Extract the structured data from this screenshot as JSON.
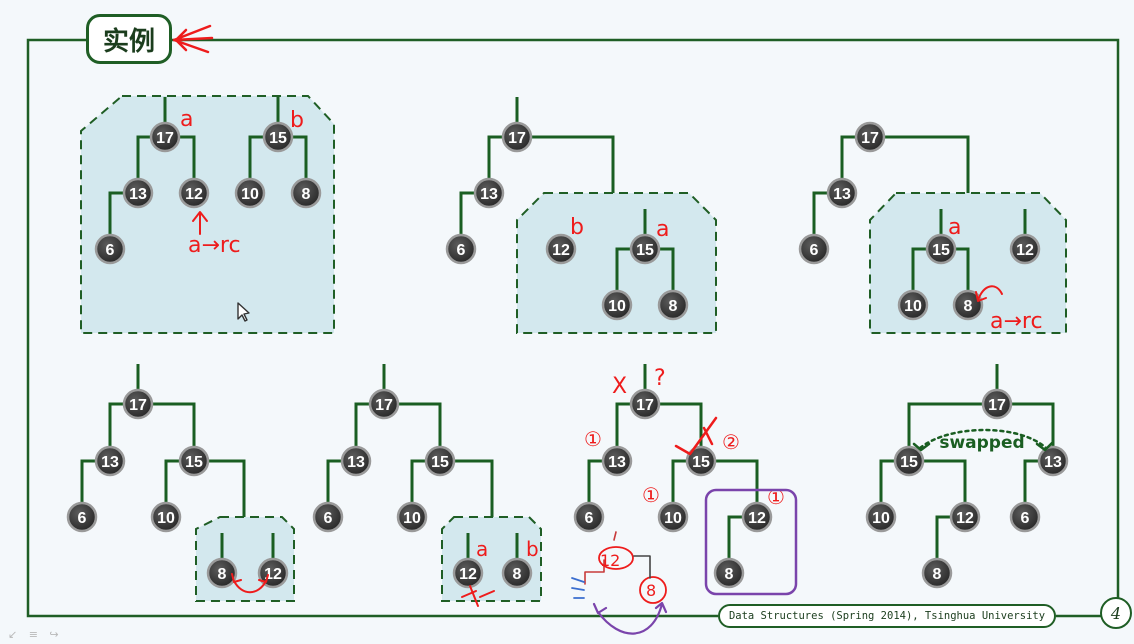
{
  "slide": {
    "title": "实例",
    "footer": "Data Structures (Spring 2014), Tsinghua University",
    "page_number": "4",
    "nav_controls": "↙ ≡ ↪"
  },
  "colors": {
    "frame": "#1f5e25",
    "edge": "#1a5e22",
    "node_fill": "#3a3a3a",
    "node_text": "#ffffff",
    "highlight_fill": "#d3e8ee",
    "annotation_red": "#ee1c1c",
    "annotation_purple": "#7a44ab",
    "background": "#f4f8fb"
  },
  "diagrams": [
    {
      "id": "step-1",
      "nodes": [
        "17",
        "13",
        "12",
        "6",
        "15",
        "10",
        "8"
      ],
      "annotations": [
        "a",
        "b",
        "a→rc"
      ]
    },
    {
      "id": "step-2",
      "nodes": [
        "17",
        "13",
        "6",
        "12",
        "15",
        "10",
        "8"
      ],
      "annotations": [
        "b",
        "a"
      ]
    },
    {
      "id": "step-3",
      "nodes": [
        "17",
        "13",
        "6",
        "15",
        "12",
        "10",
        "8"
      ],
      "annotations": [
        "a",
        "a→rc"
      ]
    },
    {
      "id": "step-4",
      "nodes": [
        "17",
        "13",
        "6",
        "15",
        "10",
        "8",
        "12"
      ],
      "annotations": []
    },
    {
      "id": "step-5",
      "nodes": [
        "17",
        "13",
        "6",
        "15",
        "10",
        "12",
        "8"
      ],
      "annotations": [
        "a",
        "b"
      ]
    },
    {
      "id": "step-6",
      "nodes": [
        "17",
        "13",
        "6",
        "15",
        "10",
        "12",
        "8"
      ],
      "annotations": [
        "X",
        "?",
        "①",
        "②",
        "①",
        "①",
        "12",
        "8"
      ]
    },
    {
      "id": "step-7",
      "nodes": [
        "17",
        "15",
        "10",
        "12",
        "8",
        "13",
        "6"
      ],
      "annotations": [
        "swapped"
      ]
    }
  ]
}
